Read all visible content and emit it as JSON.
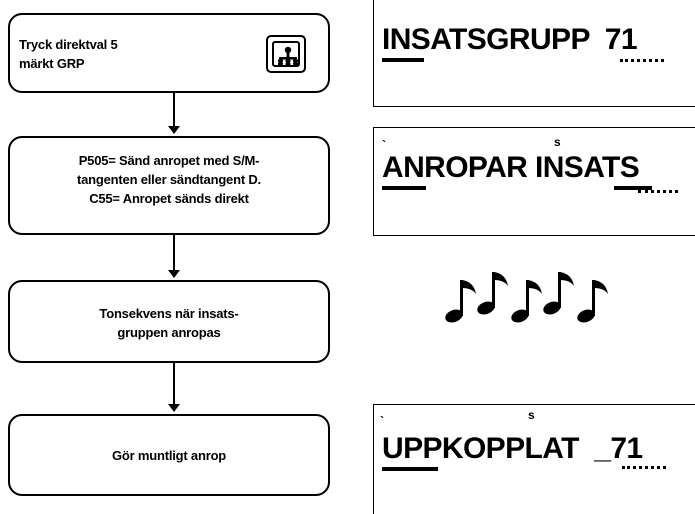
{
  "flowchart": {
    "steps": [
      {
        "lines": [
          "Tryck direktval 5",
          "märkt GRP"
        ],
        "icon": "group-call-icon"
      },
      {
        "lines": [
          "P505= Sänd anropet med S/M-",
          "tangenten eller sändtangent D.",
          "C55= Anropet sänds direkt"
        ]
      },
      {
        "lines": [
          "Tonsekvens när insats-",
          "gruppen anropas"
        ]
      },
      {
        "lines": [
          "Gör muntligt anrop"
        ]
      }
    ]
  },
  "displays": [
    {
      "text": "INSATSGRUPP  71"
    },
    {
      "text": "ANROPAR INSATS"
    },
    {
      "text": "UPPKOPPLAT  _71"
    }
  ],
  "tone_sequence": {
    "icon": "music-notes-icon",
    "count": 5
  }
}
